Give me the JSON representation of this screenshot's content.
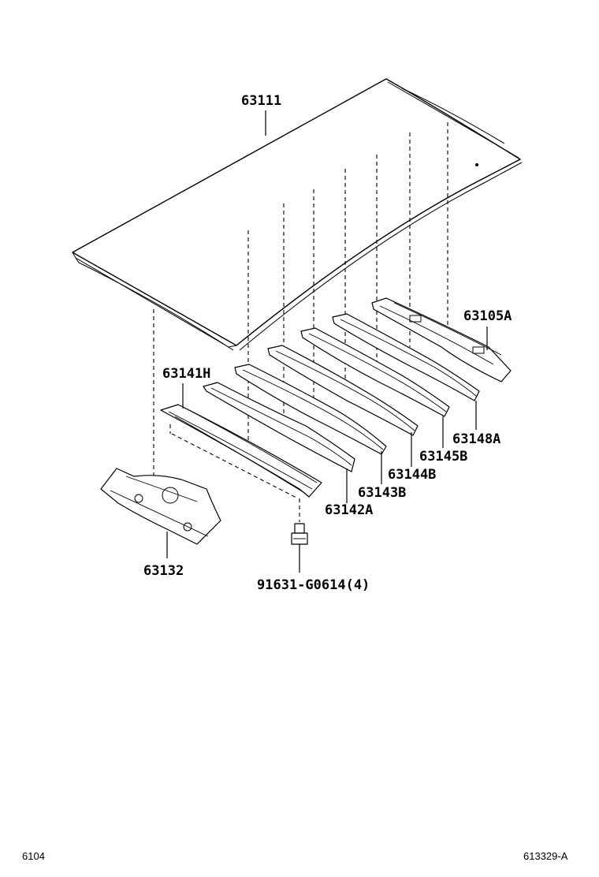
{
  "labels": {
    "roof_panel": "63111",
    "rear_header": "63105A",
    "front_header": "63141H",
    "bow_1": "63142A",
    "bow_2": "63143B",
    "bow_3": "63144B",
    "bow_4": "63145B",
    "bow_5": "63148A",
    "bracket": "63132",
    "bolt": "91631-G0614(4)"
  },
  "footer": {
    "left_code": "6104",
    "right_code": "613329-A"
  }
}
